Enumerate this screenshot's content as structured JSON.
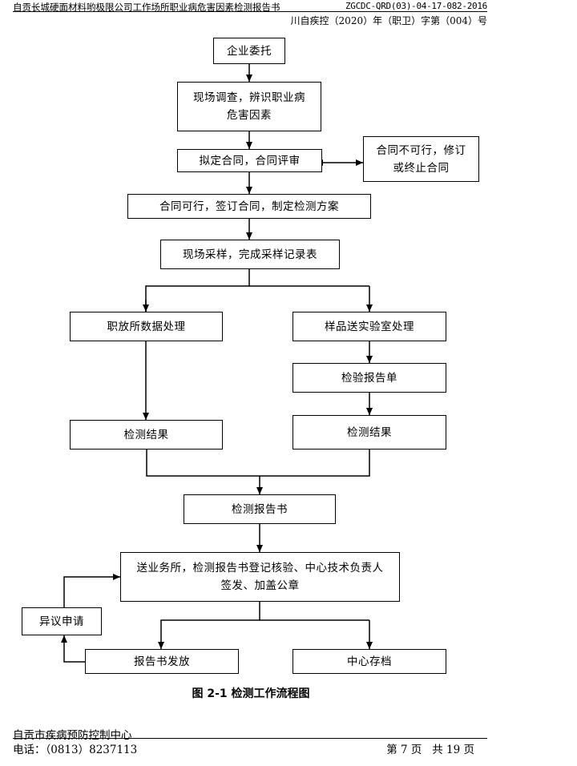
{
  "header": {
    "report_title": "自贡长城硬面材料哟极限公司工作场所职业病危害因素检测报告书",
    "doc_code": "ZGCDC-QRD(03)-04-17-082-2016",
    "doc_number": "川自疾控（2020）年（职卫）字第（004）号"
  },
  "flowchart": {
    "entrust": "企业委托",
    "survey": "现场调查，辨识职业病危害因素",
    "draft_contract": "拟定合同，合同评审",
    "contract_rejected": "合同不可行，修订或终止合同",
    "sign_contract": "合同可行，签订合同，制定检测方案",
    "sampling": "现场采样，完成采样记录表",
    "data_processing": "职放所数据处理",
    "lab_processing": "样品送实验室处理",
    "lab_report": "检验报告单",
    "result_left": "检测结果",
    "result_right": "检测结果",
    "report": "检测报告书",
    "review": "送业务所，检测报告书登记核验、中心技术负责人签发、加盖公章",
    "objection": "异议申请",
    "issue_report": "报告书发放",
    "archive": "中心存档"
  },
  "caption": "图 2-1  检测工作流程图",
  "footer": {
    "org": "自贡市疾病预防控制中心",
    "phone": "电话：（0813）8237113",
    "page": "第 7 页   共 19 页"
  }
}
